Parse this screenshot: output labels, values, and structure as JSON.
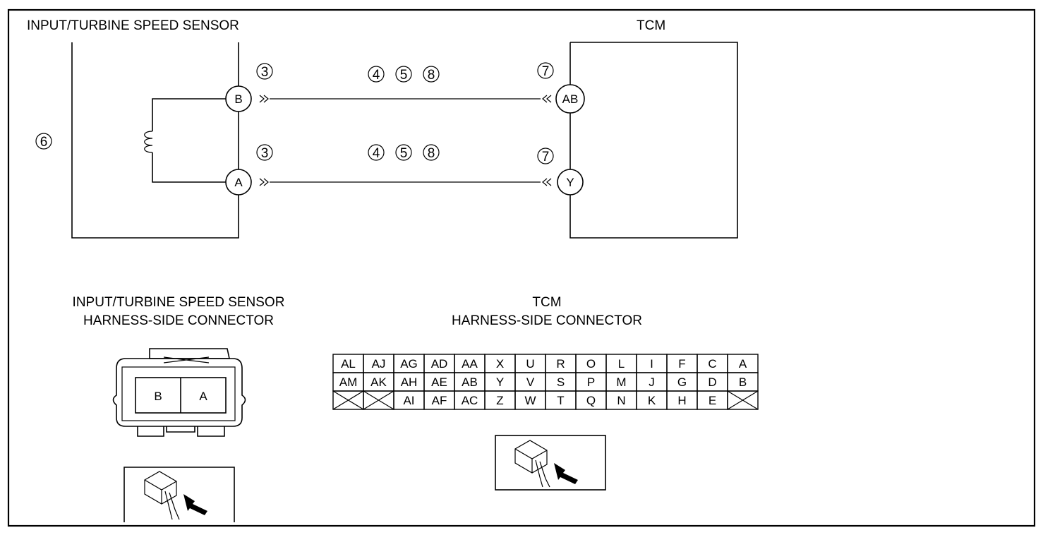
{
  "diagram": {
    "sensor_label": "INPUT/TURBINE SPEED SENSOR",
    "tcm_label": "TCM",
    "sensor_pins": [
      "B",
      "A"
    ],
    "tcm_pins": [
      "AB",
      "Y"
    ],
    "callouts": {
      "sensor_terminal": "3",
      "wire_a": "4",
      "wire_b": "5",
      "wire_c": "8",
      "tcm_terminal": "7",
      "sensor_body": "6"
    }
  },
  "sensor_connector": {
    "title_line1": "INPUT/TURBINE SPEED SENSOR",
    "title_line2": "HARNESS-SIDE CONNECTOR",
    "pins": [
      "B",
      "A"
    ]
  },
  "tcm_connector": {
    "title_line1": "TCM",
    "title_line2": "HARNESS-SIDE CONNECTOR",
    "rows": [
      [
        "AL",
        "AJ",
        "AG",
        "AD",
        "AA",
        "X",
        "U",
        "R",
        "O",
        "L",
        "I",
        "F",
        "C",
        "A"
      ],
      [
        "AM",
        "AK",
        "AH",
        "AE",
        "AB",
        "Y",
        "V",
        "S",
        "P",
        "M",
        "J",
        "G",
        "D",
        "B"
      ],
      [
        "",
        "",
        "AI",
        "AF",
        "AC",
        "Z",
        "W",
        "T",
        "Q",
        "N",
        "K",
        "H",
        "E",
        ""
      ]
    ]
  }
}
